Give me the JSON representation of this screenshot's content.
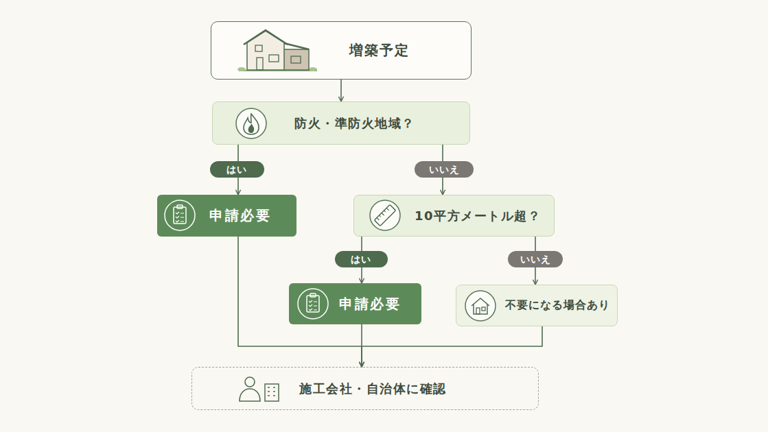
{
  "diagram": {
    "nodes": [
      {
        "text": [
          "増築予定"
        ]
      },
      {
        "text": [
          "防火・準防火地域？"
        ]
      },
      {
        "text": [
          "申請必要"
        ]
      },
      {
        "text": [
          "10平方メートル超？"
        ]
      },
      {
        "text": [
          "申請必要"
        ]
      },
      {
        "text": [
          "不要になる場合あり"
        ]
      },
      {
        "text": [
          "施工会社・自治体に確認"
        ]
      }
    ],
    "edges": [
      {
        "from": 0,
        "to": 1,
        "arrow": "to"
      },
      {
        "from": 1,
        "to": 2,
        "label": "はい",
        "arrow": "to"
      },
      {
        "from": 1,
        "to": 3,
        "label": "いいえ",
        "arrow": "to"
      },
      {
        "from": 3,
        "to": 4,
        "label": "はい",
        "arrow": "to"
      },
      {
        "from": 3,
        "to": 5,
        "label": "いいえ",
        "arrow": "to"
      },
      {
        "from": 2,
        "to": 6,
        "arrow": "to"
      },
      {
        "from": 4,
        "to": 6,
        "arrow": "to"
      },
      {
        "from": 5,
        "to": 6,
        "arrow": "to"
      }
    ]
  }
}
